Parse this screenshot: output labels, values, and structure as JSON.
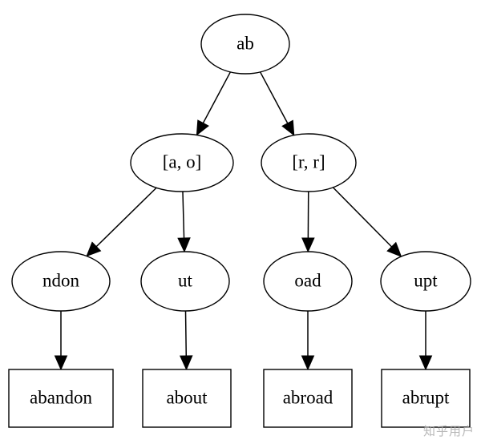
{
  "diagram": {
    "nodes": [
      {
        "id": "ab",
        "label": "ab",
        "shape": "ellipse"
      },
      {
        "id": "ao",
        "label": "[a, o]",
        "shape": "ellipse"
      },
      {
        "id": "rr",
        "label": "[r, r]",
        "shape": "ellipse"
      },
      {
        "id": "ndon",
        "label": "ndon",
        "shape": "ellipse"
      },
      {
        "id": "ut",
        "label": "ut",
        "shape": "ellipse"
      },
      {
        "id": "oad",
        "label": "oad",
        "shape": "ellipse"
      },
      {
        "id": "upt",
        "label": "upt",
        "shape": "ellipse"
      },
      {
        "id": "abandon",
        "label": "abandon",
        "shape": "box"
      },
      {
        "id": "about",
        "label": "about",
        "shape": "box"
      },
      {
        "id": "abroad",
        "label": "abroad",
        "shape": "box"
      },
      {
        "id": "abrupt",
        "label": "abrupt",
        "shape": "box"
      }
    ],
    "edges": [
      [
        "ab",
        "ao"
      ],
      [
        "ab",
        "rr"
      ],
      [
        "ao",
        "ndon"
      ],
      [
        "ao",
        "ut"
      ],
      [
        "rr",
        "oad"
      ],
      [
        "rr",
        "upt"
      ],
      [
        "ndon",
        "abandon"
      ],
      [
        "ut",
        "about"
      ],
      [
        "oad",
        "abroad"
      ],
      [
        "upt",
        "abrupt"
      ]
    ]
  },
  "watermark": {
    "text": "知乎用户"
  }
}
